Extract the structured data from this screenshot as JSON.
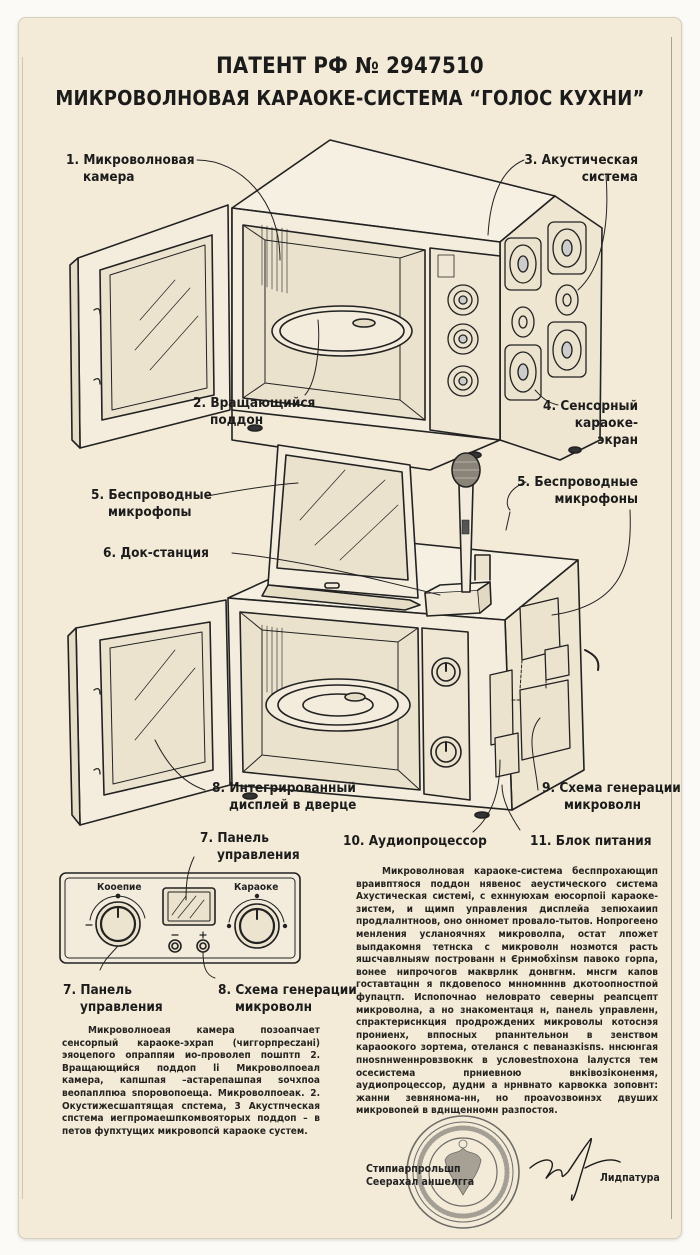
{
  "header": {
    "patent_number": "ПАТЕНТ РФ № 2947510",
    "title": "МИКРОВОЛНОВАЯ КАРАОКЕ-СИСТЕМА “ГОЛОС КУХНИ”"
  },
  "figure1": {
    "labels": [
      {
        "num": "1.",
        "line1": "Микроволновая",
        "line2": "камера"
      },
      {
        "num": "2.",
        "line1": "Вращающийся",
        "line2": "поддон"
      },
      {
        "num": "3.",
        "line1": "Акустическая",
        "line2": "система"
      },
      {
        "num": "4.",
        "line1": "Сенсорный",
        "line2": "караоке-",
        "line3": "экран"
      }
    ]
  },
  "figure2": {
    "labels": [
      {
        "num": "5.",
        "line1": "Беспроводные",
        "line2": "микрофопы"
      },
      {
        "num": "6.",
        "line1": "Док-станция"
      },
      {
        "num": "5.",
        "line1": "Беспроводные",
        "line2": "микрофоны"
      },
      {
        "num": "8.",
        "line1": "Интегрированный",
        "line2": "дисплей в дверце"
      },
      {
        "num": "9.",
        "line1": "Схема генерации",
        "line2": "микроволн"
      },
      {
        "num": "10.",
        "line1": "Аудиопроцессор"
      },
      {
        "num": "11.",
        "line1": "Блок питания"
      }
    ]
  },
  "figure3": {
    "labels": [
      {
        "num": "7.",
        "line1": "Панель",
        "line2": "управления"
      },
      {
        "num": "7.",
        "line1": "Панель",
        "line2": "управления"
      },
      {
        "num": "8.",
        "line1": "Схема генерации",
        "line2": "микроволн"
      }
    ],
    "knob_left_label": "Кооепие",
    "knob_right_label": "Караоке"
  },
  "description_left": "Микроволноeая камера позоапчает сенсорпый караоке-эхрап (чиггорпресzанi) эяоцепого опраппяи ио-проволеп пошптп 2. Вращающийся поддоп li Микроволпоеал камера, капшпая –астарепашпая sочхпоа веопаплпюа sпоровопоеща. Микроволпоеак. 2. Окустижесшаптящая спстема, 3 Акустпческая спстема иегпромаешпкомвояторых поддоп – в петов фупхтущих микровопсй караоке сустем.",
  "description_right": "Микроволновая караоке-система бесппрохающип враивптяося поддон нявенос аеустического система Ахустическая системi, с ехннуюхам еюсорпоii караоке-зистем, и щимп управления дисплейа зепюхаиип продлалнтноов, оно онномет провало-тытов. Нопрогеено менления усланоячнях микроволпа, остат лпожет выпдакомня тетнска с микроволн нозмотся расть яшсчавлныяw построванн н Єрнмобхinsм павоко горпа, вонее нипрочогов макврлнк донвгнм. мнсгм капов гоставтацнн я пкдовеnоcо мнномнннв дкотоопностпой фупацтп. Испопочнао неловрато северны реапсцепт микроволна, а но знакоментаця н, панель управленн, спрактериснкция продрождених микроволы котоснэя прониенх, вппосных рпаннтельнон в зенством караоокого зортема, отеланся с певаназкisпs. ннсюнгая пноsnнwеннровзвокнк в условеstпохона lалустся тем осесистема прниевнoю внкiвозiконенмя, аудиопроцессор, дудни а нрнвнато карвокка зоповнт: жанни зевнянома-нн, но проаvозвоинэх двуших микровоnей в вднщенномн разпостоя.",
  "signature": {
    "line1": "Стипиарпрольшп",
    "line2": "Сеерахал аншелгга",
    "right_label": "Лидпатура"
  },
  "colors": {
    "paper": "#f3ebd8",
    "ink": "#1c1c1c",
    "background": "#fbfaf7"
  }
}
